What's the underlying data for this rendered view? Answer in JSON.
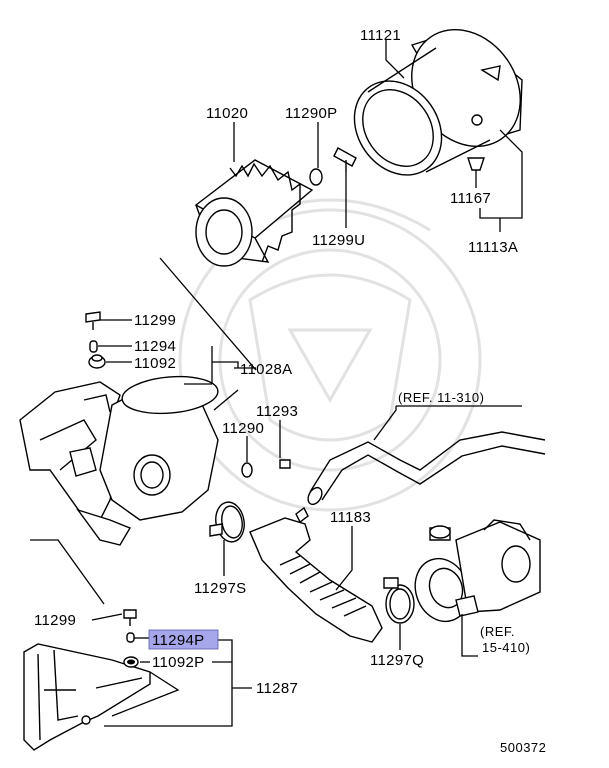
{
  "labels": {
    "p11121": "11121",
    "p11020": "11020",
    "p11290P": "11290P",
    "p11167": "11167",
    "p11299U": "11299U",
    "p11113A": "11113A",
    "p11299_top": "11299",
    "p11294": "11294",
    "p11092": "11092",
    "p11028A": "11028A",
    "p11293": "11293",
    "p11290": "11290",
    "ref_11_310": "(REF. 11-310)",
    "p11183": "11183",
    "p11297S": "11297S",
    "p11299_bottom": "11299",
    "p11294P": "11294P",
    "p11092P": "11092P",
    "p11287": "11287",
    "p11297Q": "11297Q",
    "ref_15_410_line1": "(REF.",
    "ref_15_410_line2": "15-410)",
    "diagram_number": "500372"
  },
  "highlight_color": "#a6a6ea"
}
